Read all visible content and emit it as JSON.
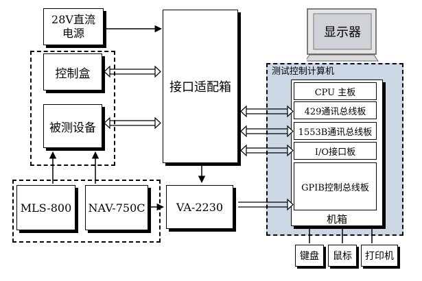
{
  "power": {
    "line1": "28V直流",
    "line2": "电源"
  },
  "control_box": "控制盒",
  "dut": "被测设备",
  "interface": "接口适配箱",
  "mls": "MLS-800",
  "nav": "NAV-750C",
  "va": "VA-2230",
  "monitor": "显示器",
  "computer_title": "测试控制计算机",
  "boards": {
    "cpu": "CPU 主板",
    "b429": "429通讯总线板",
    "b1553": "1553B通讯总线板",
    "io": "I/O接口板",
    "gpib": "GPIB控制总线板"
  },
  "chassis": "机箱",
  "peripherals": {
    "keyboard": "键盘",
    "mouse": "鼠标",
    "printer": "打印机"
  }
}
